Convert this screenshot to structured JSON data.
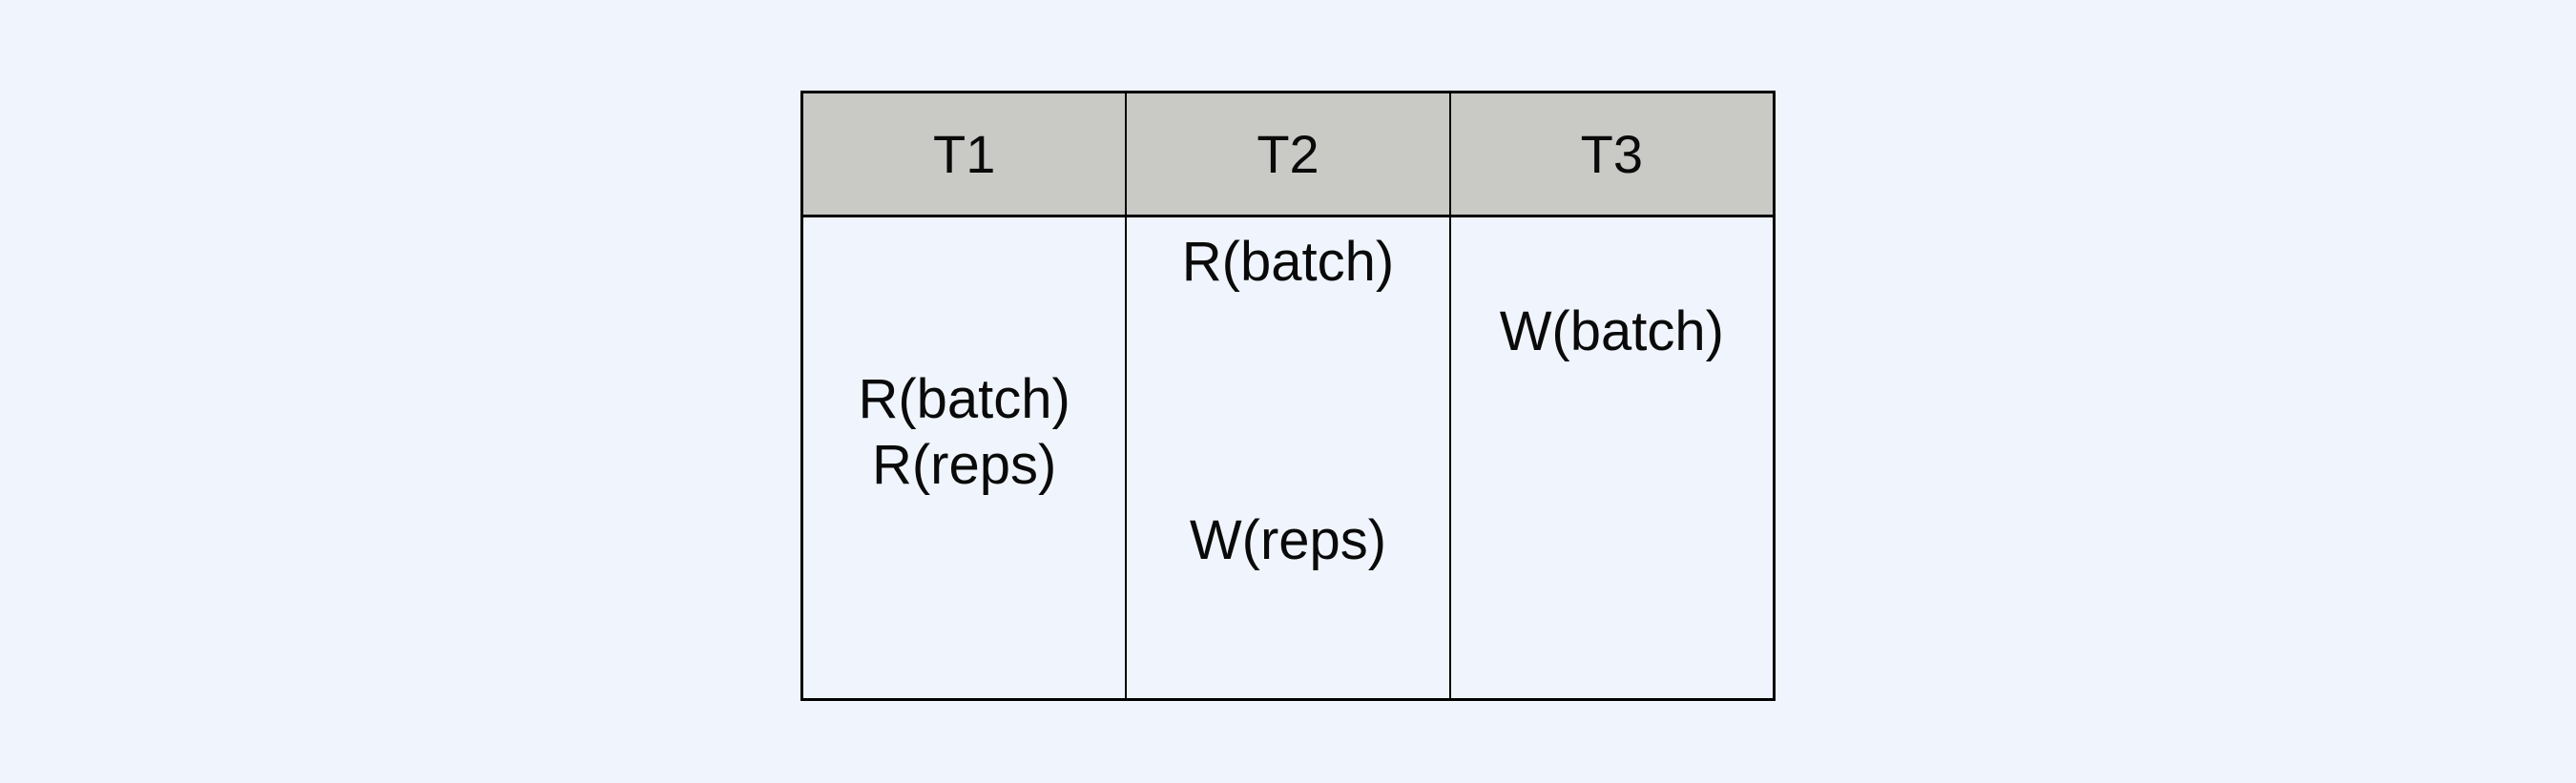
{
  "colors": {
    "page_background": "#f0f5fd",
    "header_fill": "#c9cac6",
    "border": "#000000",
    "text": "#0a0a0a"
  },
  "schedule": {
    "columns": [
      {
        "header": "T1",
        "ops": [
          {
            "label": "R(batch)"
          },
          {
            "label": "R(reps)"
          }
        ]
      },
      {
        "header": "T2",
        "ops": [
          {
            "label": "R(batch)"
          },
          {
            "label": "W(reps)"
          }
        ]
      },
      {
        "header": "T3",
        "ops": [
          {
            "label": "W(batch)"
          }
        ]
      }
    ]
  }
}
